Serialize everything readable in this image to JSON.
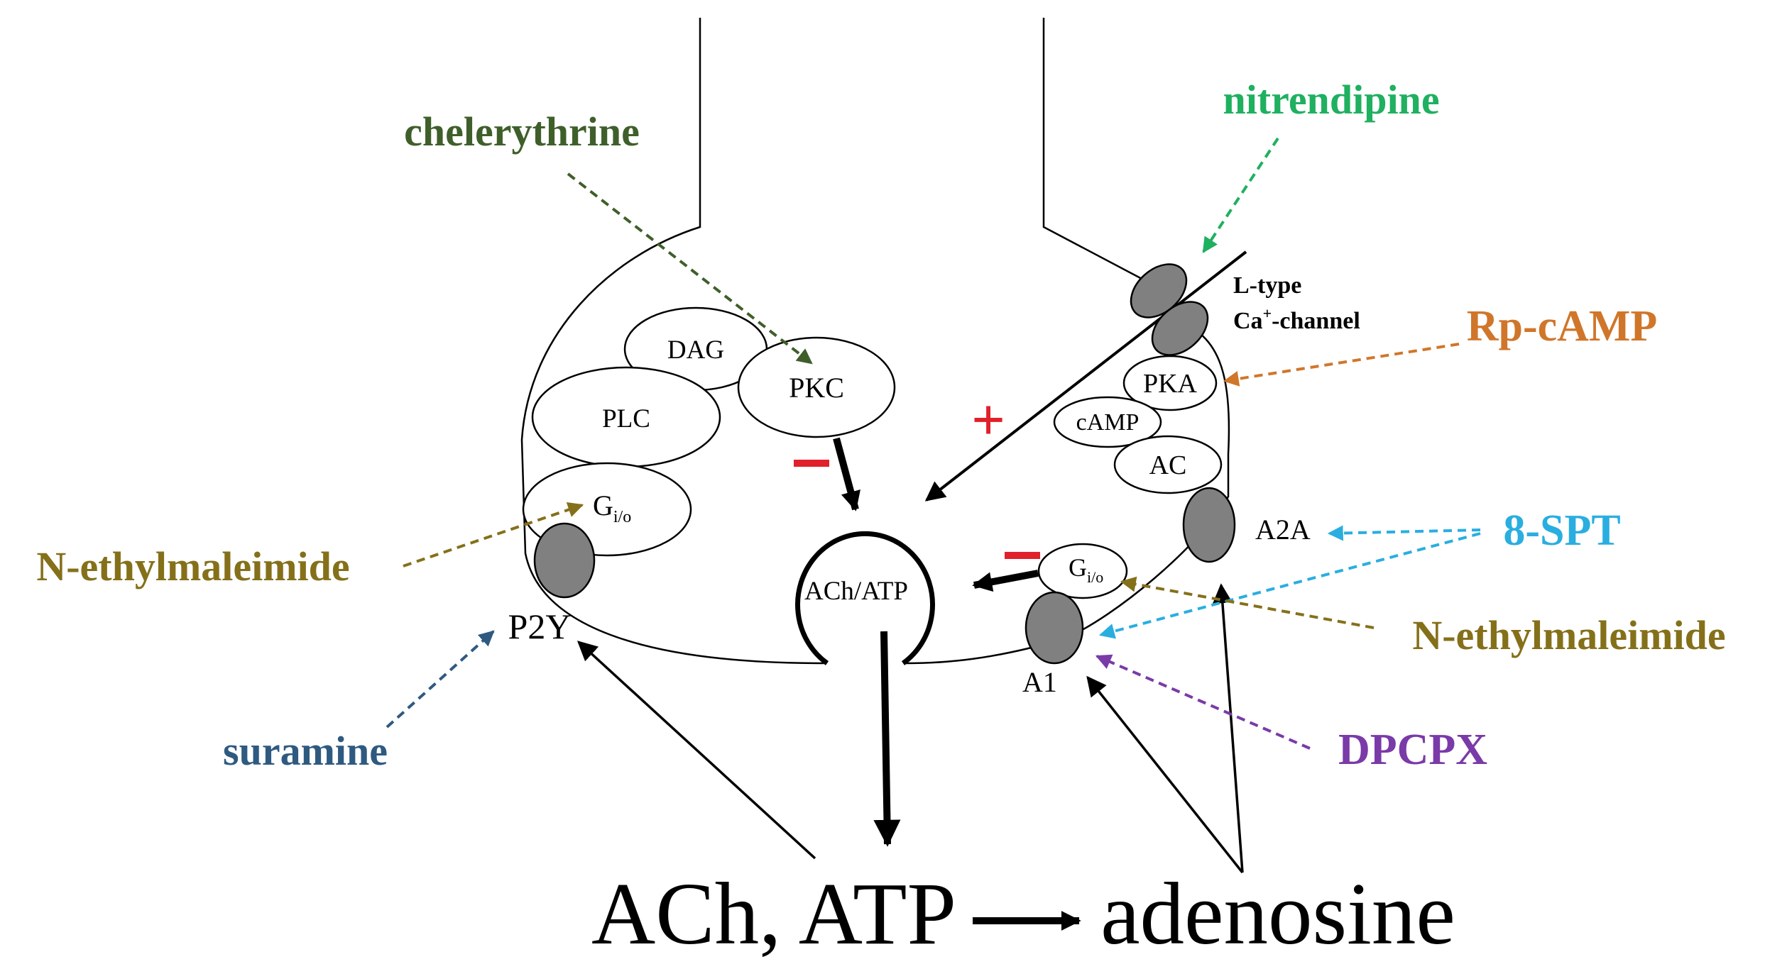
{
  "labels": {
    "dag": "DAG",
    "pkc": "PKC",
    "plc": "PLC",
    "gio_left_main": "G",
    "gio_left_sub": "i/o",
    "gio_right_main": "G",
    "gio_right_sub": "i/o",
    "p2y": "P2Y",
    "vesicle": "ACh/ATP",
    "pka": "PKA",
    "camp": "cAMP",
    "ac": "AC",
    "a2a": "A2A",
    "a1": "A1",
    "ltype_line1": "L-type",
    "ltype_line2_main": "Ca",
    "ltype_line2_sup": "+",
    "ltype_line2_rest": "-channel",
    "plus_sign": "+",
    "bottom_left": "ACh, ATP",
    "bottom_right": "adenosine"
  },
  "drugs": {
    "chelerythrine": "chelerythrine",
    "nitrendipine": "nitrendipine",
    "rp_camp": "Rp-cAMP",
    "spt": "8-SPT",
    "nem_left": "N-ethylmaleimide",
    "nem_right": "N-ethylmaleimide",
    "suramine": "suramine",
    "dpcpx": "DPCPX"
  },
  "colors": {
    "chelerythrine": "#3f5f2a",
    "nitrendipine": "#1fb060",
    "rp_camp": "#d0762a",
    "spt": "#2aaee0",
    "nem": "#85701a",
    "suramine": "#2f5a80",
    "dpcpx": "#7a3aa8",
    "inhibition": "#e0202a",
    "receptor_fill": "#808080"
  }
}
